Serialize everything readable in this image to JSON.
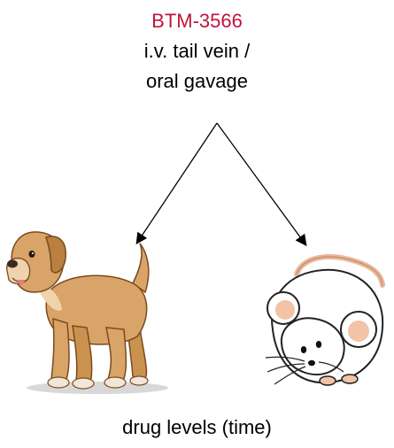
{
  "header": {
    "compound": "BTM-3566",
    "route_line1": "i.v. tail vein /",
    "route_line2": "oral gavage"
  },
  "footer": {
    "label": "drug levels (time)"
  },
  "colors": {
    "compound": "#c0143c",
    "text": "#000000",
    "dog_fur": "#d9a467",
    "mouse_ear": "#f2c3a6"
  },
  "icons": [
    "dog-illustration",
    "mouse-illustration",
    "arrow-left",
    "arrow-right"
  ]
}
